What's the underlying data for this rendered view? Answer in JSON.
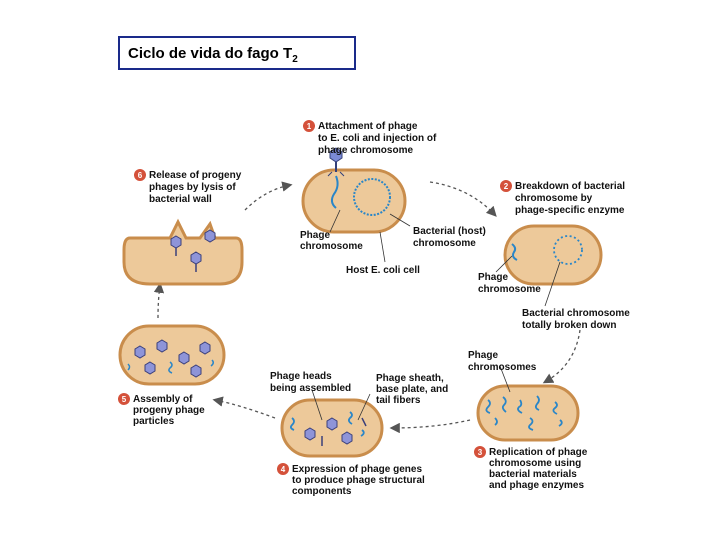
{
  "title": {
    "main": "Ciclo de vida do fago T",
    "sub": "2"
  },
  "steps": [
    {
      "number": "1",
      "lines": [
        "Attachment of phage",
        "to E. coli and injection of",
        "phage chromosome"
      ]
    },
    {
      "number": "2",
      "lines": [
        "Breakdown of bacterial",
        "chromosome by",
        "phage-specific enzyme"
      ]
    },
    {
      "number": "3",
      "lines": [
        "Replication of phage",
        "chromosome using",
        "bacterial materials",
        "and phage enzymes"
      ]
    },
    {
      "number": "4",
      "lines": [
        "Expression of phage genes",
        "to produce phage structural",
        "components"
      ]
    },
    {
      "number": "5",
      "lines": [
        "Assembly of",
        "progeny phage",
        "particles"
      ]
    },
    {
      "number": "6",
      "lines": [
        "Release of progeny",
        "phages by lysis of",
        "bacterial wall"
      ]
    }
  ],
  "labels": {
    "phage_chromosome_1": [
      "Phage",
      "chromosome"
    ],
    "bacterial_host": [
      "Bacterial (host)",
      "chromosome"
    ],
    "host_cell": "Host E. coli cell",
    "phage_chromosome_2": [
      "Phage",
      "chromosome"
    ],
    "totally_broken": [
      "Bacterial chromosome",
      "totally broken down"
    ],
    "phage_chromosomes": [
      "Phage",
      "chromosomes"
    ],
    "heads_assembled": [
      "Phage heads",
      "being assembled"
    ],
    "sheath": [
      "Phage sheath,",
      "base plate, and",
      "tail fibers"
    ]
  },
  "colors": {
    "cell_fill": "#edc99a",
    "cell_stroke": "#c98d4c",
    "dna": "#2a86c8",
    "badge": "#d4513a",
    "arrow": "#555555",
    "title_border": "#1a2a8a"
  }
}
